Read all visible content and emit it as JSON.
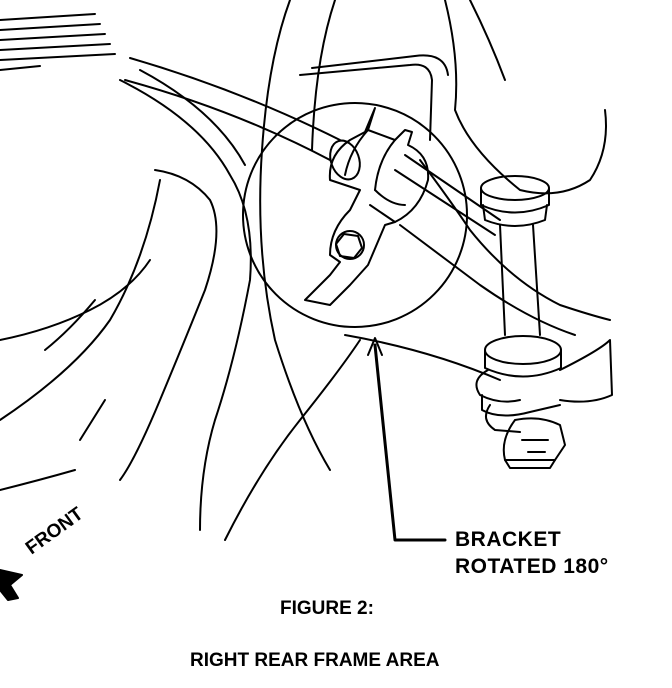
{
  "callout": {
    "line1": "BRACKET",
    "line2": "ROTATED 180°"
  },
  "caption": {
    "number": "FIGURE 2:",
    "title": "RIGHT REAR FRAME AREA"
  },
  "direction": {
    "label": "FRONT"
  },
  "colors": {
    "ink": "#000000",
    "paper": "#ffffff"
  }
}
